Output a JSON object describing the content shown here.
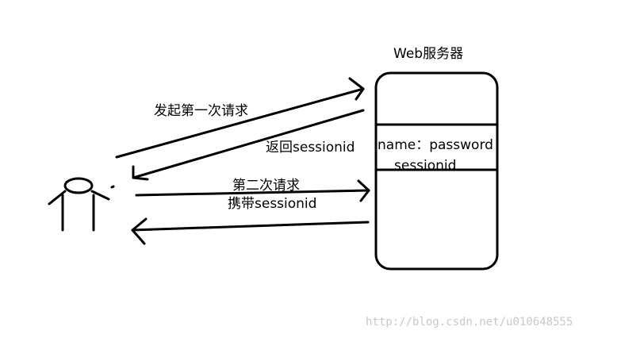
{
  "server": {
    "title": "Web服务器",
    "row_name": "name：password",
    "row_session": "sessionid"
  },
  "arrows": {
    "first_request": "发起第一次请求",
    "return_session": "返回sessionid",
    "second_request": "第二次请求",
    "carry_session": "携带sessionid"
  },
  "watermark": "http://blog.csdn.net/u010648555",
  "colors": {
    "stroke": "#000000",
    "watermark": "#c8c8c8"
  }
}
